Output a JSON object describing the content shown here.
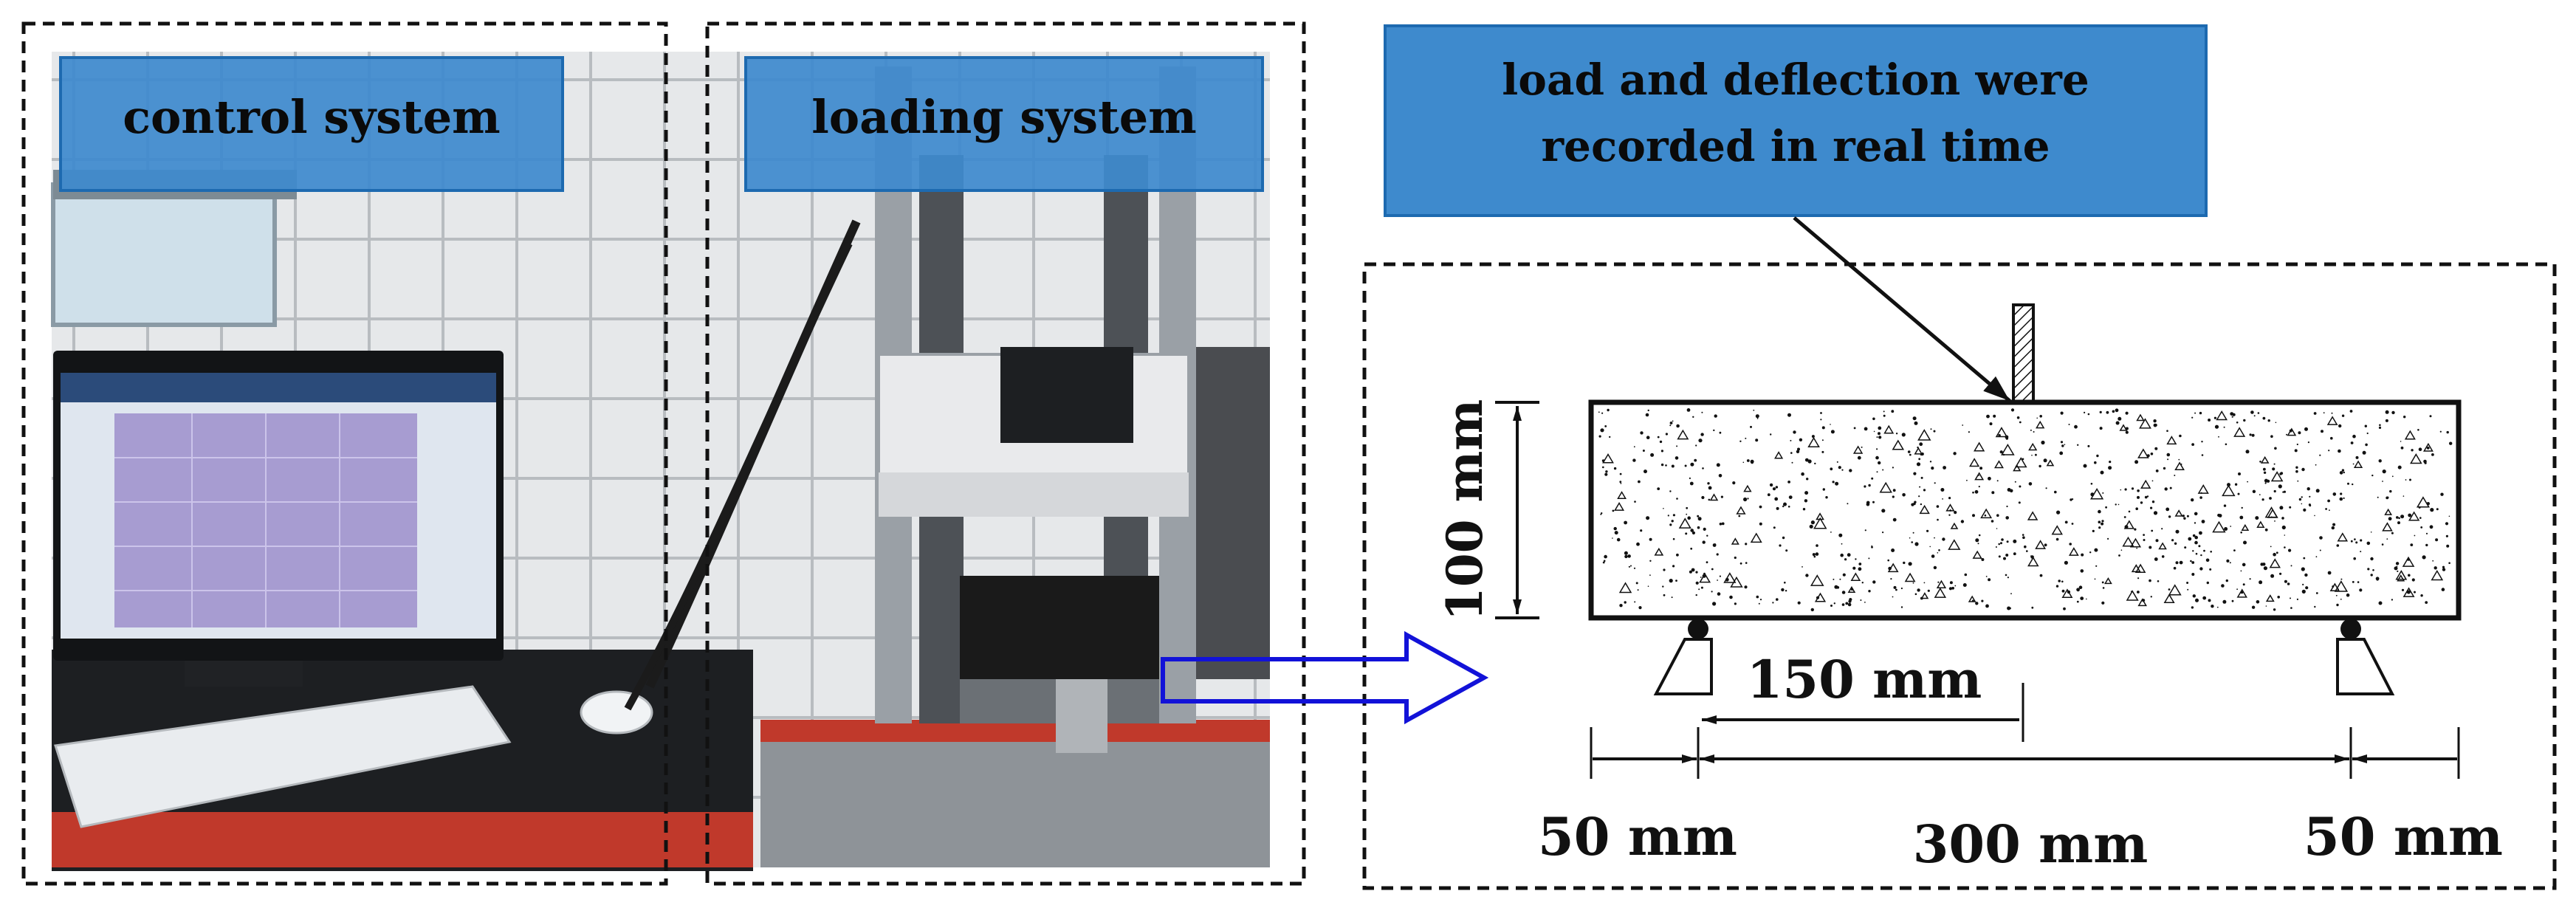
{
  "labels": {
    "control": "control system",
    "loading": "loading system",
    "recorded_line1": "load and  deflection were",
    "recorded_line2": "recorded in real time"
  },
  "dimensions": {
    "height": "100 mm",
    "load_span": "150 mm",
    "left_overhang": "50 mm",
    "support_span": "300 mm",
    "right_overhang": "50 mm"
  },
  "colors": {
    "label_box_fill": "#3E8ACD",
    "label_box_stroke": "#1D6AB0",
    "arrow_blue": "#1212D8",
    "dashed_frame": "#111111"
  },
  "icons": {
    "loading_point": "hatched-loading-pin",
    "support": "roller-support-icon",
    "arrow": "right-arrow-icon"
  }
}
